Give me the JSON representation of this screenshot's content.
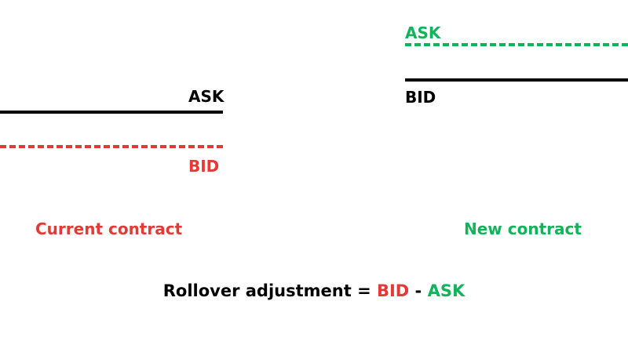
{
  "colors": {
    "bid_red": "#e53935",
    "ask_green": "#12b35a",
    "text_black": "#000000"
  },
  "current_contract": {
    "ask_label": "ASK",
    "bid_label": "BID",
    "caption": "Current contract"
  },
  "new_contract": {
    "ask_label": "ASK",
    "bid_label": "BID",
    "caption": "New contract"
  },
  "formula": {
    "prefix": "Rollover adjustment = ",
    "bid": "BID",
    "minus": " - ",
    "ask": "ASK"
  }
}
